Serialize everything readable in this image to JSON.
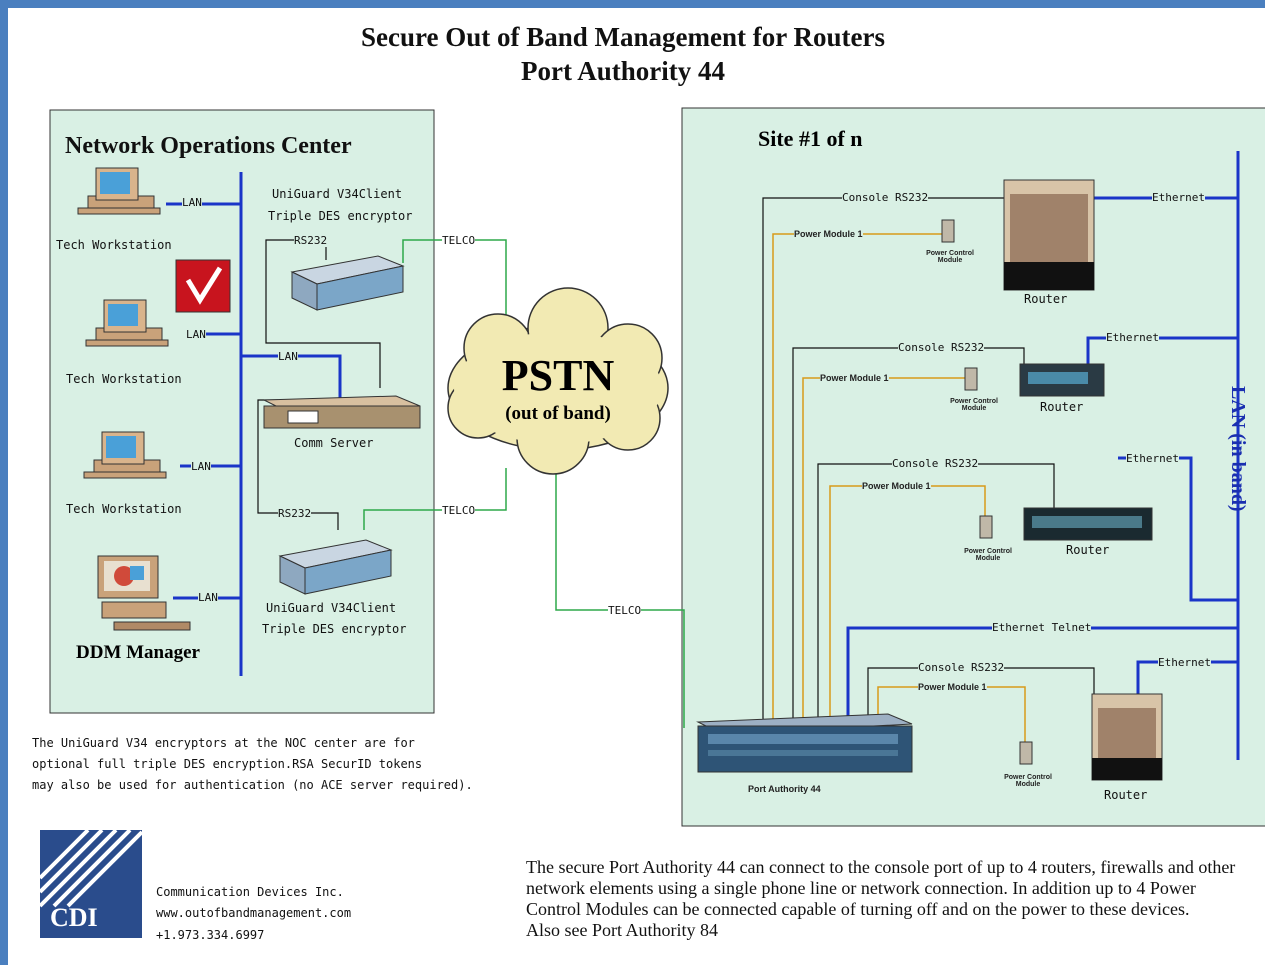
{
  "title": "Secure Out of Band Management for Routers",
  "subtitle": "Port Authority 44",
  "noc": {
    "heading": "Network Operations Center",
    "workstation_label": "Tech Workstation",
    "ddm_label": "DDM Manager",
    "lan_label": "LAN",
    "encryptor_label_line1": "UniGuard V34Client",
    "encryptor_label_line2": "Triple DES encryptor",
    "rs232_label": "RS232",
    "comm_server_label": "Comm Server"
  },
  "pstn": {
    "label": "PSTN",
    "sublabel": "(out of band)"
  },
  "telco_label": "TELCO",
  "site": {
    "heading": "Site #1 of n",
    "console_label": "Console RS232",
    "power_label": "Power Module 1",
    "power_control_label": "Power Control Module",
    "router_label": "Router",
    "ethernet_label": "Ethernet",
    "ethernet_telnet_label": "Ethernet Telnet",
    "lan_inband_label": "LAN (in band)",
    "pa_label": "Port Authority 44"
  },
  "note": [
    "The UniGuard V34 encryptors at the NOC center are for",
    "optional full triple DES encryption.RSA SecurID tokens",
    "may also be used for authentication (no ACE server required)."
  ],
  "company": {
    "logo_text": "CDI",
    "name": "Communication Devices Inc.",
    "url": "www.outofbandmanagement.com",
    "phone": "+1.973.334.6997"
  },
  "description": [
    "The secure Port Authority 44 can connect to the console port of up to 4 routers, firewalls and other",
    "network elements using a single phone line or network connection. In addition up to 4 Power",
    "Control Modules can be connected capable of turning off and on the power to these devices.",
    "Also see Port Authority 84"
  ],
  "colors": {
    "background_border": "#4a7fbf",
    "panel_fill": "#d9f0e4",
    "lan_blue": "#1a35c8",
    "telco_green": "#2ea84a",
    "power_orange": "#d89a1a",
    "cloud_fill": "#f2eab3"
  }
}
